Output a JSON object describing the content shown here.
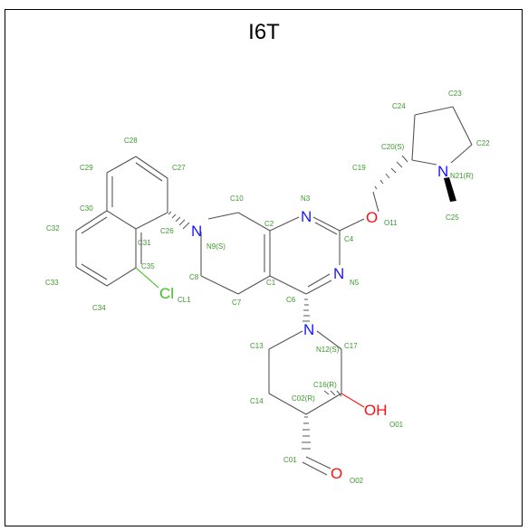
{
  "title": "I6T",
  "colors": {
    "carbon": "#3a9a2a",
    "nitrogen": "#1818ff",
    "oxygen": "#ff1010",
    "chlorine": "#3ec01e",
    "bond": "#555555"
  },
  "heteroatoms": {
    "n_main": "N",
    "o_main": "O",
    "cl_main": "Cl",
    "oh_main": "OH"
  },
  "labels": {
    "c1": "C1",
    "c2": "C2",
    "n3": "N3",
    "c4": "C4",
    "n5": "N5",
    "c6": "C6",
    "c7": "C7",
    "c8": "C8",
    "n9": "N9(S)",
    "c10": "C10",
    "o11": "O11",
    "n12": "N12(S)",
    "c13": "C13",
    "c14": "C14",
    "c16": "C16(R)",
    "c17": "C17",
    "c19": "C19",
    "c20": "C20(S)",
    "n21": "N21(R)",
    "c22": "C22",
    "c23": "C23",
    "c24": "C24",
    "c25": "C25",
    "c26": "C26",
    "c27": "C27",
    "c28": "C28",
    "c29": "C29",
    "c30": "C30",
    "c31": "C31",
    "c32": "C32",
    "c33": "C33",
    "c34": "C34",
    "c35": "C35",
    "cl1": "CL1",
    "c01": "C01",
    "c02": "C02(R)",
    "o01": "O01",
    "o02": "O02"
  }
}
